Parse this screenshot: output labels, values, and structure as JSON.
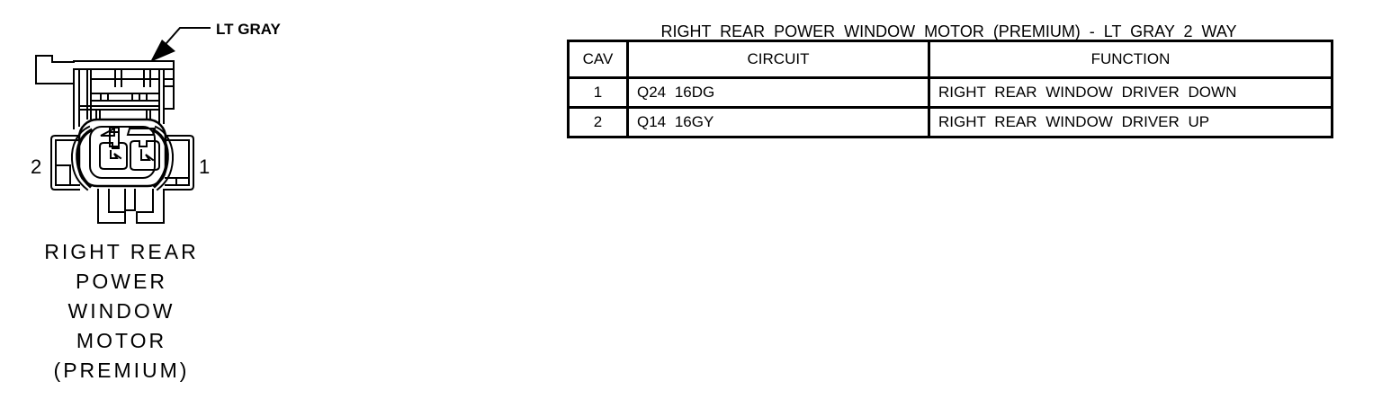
{
  "figure": {
    "connector_color_label": "LT GRAY",
    "pin_right_label": "1",
    "pin_left_label": "2",
    "caption_lines": [
      "RIGHT REAR",
      "POWER",
      "WINDOW",
      "MOTOR",
      "(PREMIUM)"
    ]
  },
  "table": {
    "title": "RIGHT REAR POWER WINDOW MOTOR (PREMIUM) - LT GRAY 2 WAY",
    "columns": [
      "CAV",
      "CIRCUIT",
      "FUNCTION"
    ],
    "rows": [
      {
        "cav": "1",
        "circuit": "Q24 16DG",
        "function": "RIGHT REAR WINDOW DRIVER DOWN"
      },
      {
        "cav": "2",
        "circuit": "Q14 16GY",
        "function": "RIGHT REAR WINDOW DRIVER UP"
      }
    ]
  },
  "colors": {
    "ink": "#000000",
    "background": "#ffffff"
  }
}
